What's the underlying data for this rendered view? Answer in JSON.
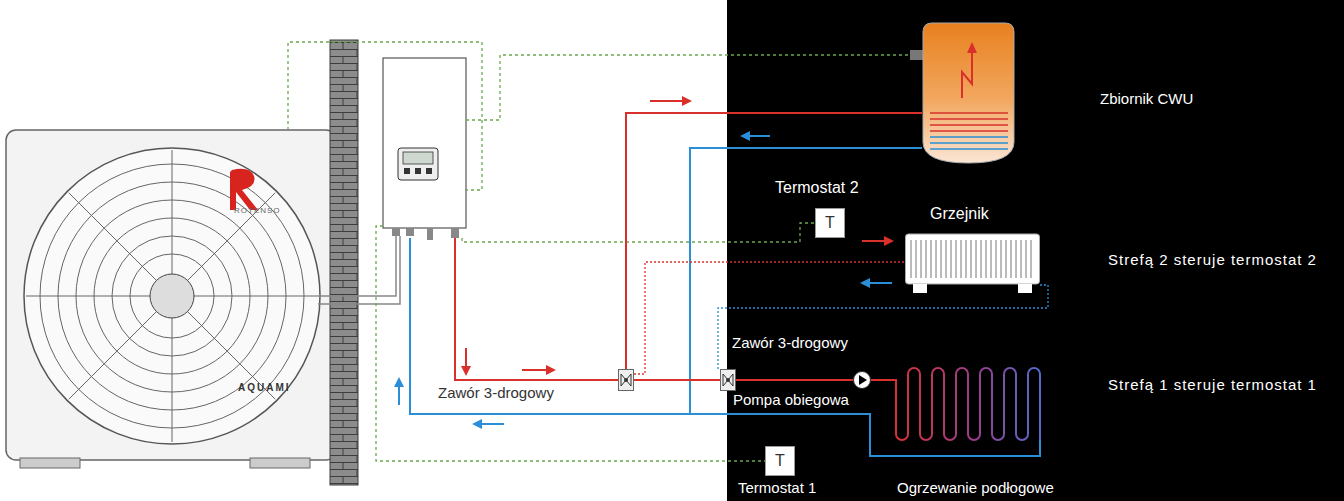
{
  "diagram": {
    "nodes": [
      {
        "text": [
          "Zbiornik CWU"
        ]
      },
      {
        "text": [
          "Termostat 2",
          "T"
        ]
      },
      {
        "text": [
          "Grzejnik"
        ]
      },
      {
        "text": [
          "Zawór 3-drogowy"
        ]
      },
      {
        "text": [
          "Zawór 3-drogowy"
        ]
      },
      {
        "text": [
          "Pompa obiegowa"
        ]
      },
      {
        "text": [
          "T",
          "Termostat 1"
        ]
      },
      {
        "text": [
          "Ogrzewanie podłogowe"
        ]
      }
    ],
    "edges": [
      {
        "from": 4,
        "to": 0,
        "arrow": "none"
      },
      {
        "from": 4,
        "to": 2,
        "arrow": "none"
      },
      {
        "from": 4,
        "to": 3,
        "arrow": "none"
      },
      {
        "from": 3,
        "to": 5,
        "arrow": "none"
      },
      {
        "from": 5,
        "to": 7,
        "arrow": "none"
      }
    ],
    "labels": [
      "ROTENSO",
      "AQUAMI",
      "Strefą 2 steruje termostat 2",
      "Strefą 1 steruje termostat 1"
    ]
  }
}
